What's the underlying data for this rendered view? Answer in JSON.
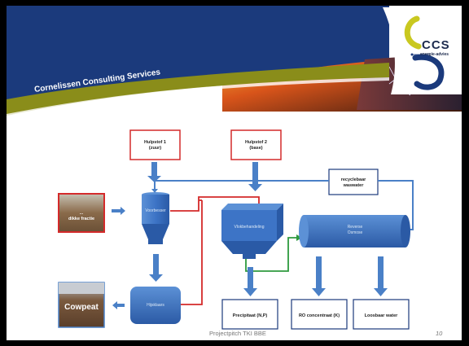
{
  "header": {
    "company": "Cornelissen Consulting Services",
    "logo_text": "CCS",
    "logo_sub": "energie-advies"
  },
  "diagram": {
    "hulpstof1": [
      "Hulpstof 1",
      "(zuur)"
    ],
    "hulpstof2": [
      "Hulpstof 2",
      "(base)"
    ],
    "recycle": [
      "recyclebaar",
      "waswater"
    ],
    "photo_top": [
      "...",
      "dikke fractie"
    ],
    "photo_bottom": "Cowpeat",
    "tank_voorbesser": "Voorbesser",
    "tank_vlokken": "Vlokbehandeling",
    "tank_reverse": [
      "Reverse",
      "Osmose"
    ],
    "tank_bottom": "Hijsklaars",
    "out1": "Precipitaat (N,P)",
    "out2": "RO concentraat (K)",
    "out3": "Loosbaar water"
  },
  "footer": {
    "text": "Projectpitch TKI BBE",
    "page": "10"
  },
  "colors": {
    "header_blue": "#1b3a7c",
    "olive_band": "#8a8d1a",
    "red_line": "#d42a2a",
    "green_line": "#2e9a3e",
    "arrow_blue": "#4a80c7",
    "tank_blue": "#3d74c6"
  }
}
